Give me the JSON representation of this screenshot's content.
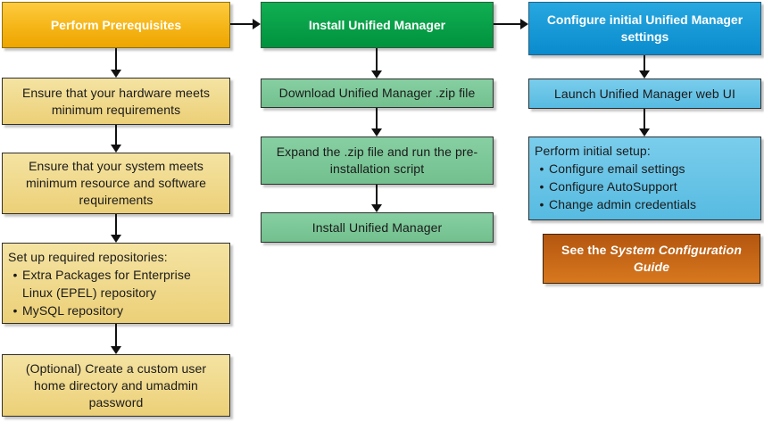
{
  "diagram": {
    "bullet_char": "•",
    "columns": [
      {
        "header": "Perform Prerequisites",
        "steps": [
          {
            "text": "Ensure that your hardware meets minimum requirements"
          },
          {
            "text": "Ensure that your system meets minimum resource and software requirements"
          },
          {
            "intro": "Set up required repositories:",
            "bullets": [
              "Extra Packages for Enterprise Linux (EPEL) repository",
              "MySQL repository"
            ]
          },
          {
            "text": "(Optional) Create a custom user home directory and umadmin password"
          }
        ]
      },
      {
        "header": "Install Unified Manager",
        "steps": [
          {
            "text": "Download Unified Manager .zip file"
          },
          {
            "text": "Expand the .zip file and run the pre-installation script"
          },
          {
            "text": "Install Unified Manager"
          }
        ]
      },
      {
        "header": "Configure initial Unified Manager settings",
        "steps": [
          {
            "text": "Launch Unified Manager web UI"
          },
          {
            "intro": "Perform initial setup:",
            "bullets": [
              "Configure email settings",
              "Configure AutoSupport",
              "Change admin credentials"
            ]
          }
        ]
      }
    ],
    "note": {
      "prefix": "See the ",
      "italic": "System Configuration Guide"
    },
    "colors": {
      "gold_top": "#FECB40",
      "gold_bottom": "#EEA500",
      "yellow_top": "#F4E3A2",
      "yellow_bottom": "#ECD078",
      "green_top": "#11AF53",
      "green_bottom": "#00923E",
      "lightgreen_top": "#86CFA2",
      "lightgreen_bottom": "#73C08E",
      "blue_top": "#27A8E0",
      "blue_bottom": "#0A8BCD",
      "lightblue_top": "#7ACDEC",
      "lightblue_bottom": "#57BBE1",
      "orange_top": "#B4560F",
      "orange_bottom": "#D8781F",
      "arrow": "#111111"
    }
  }
}
